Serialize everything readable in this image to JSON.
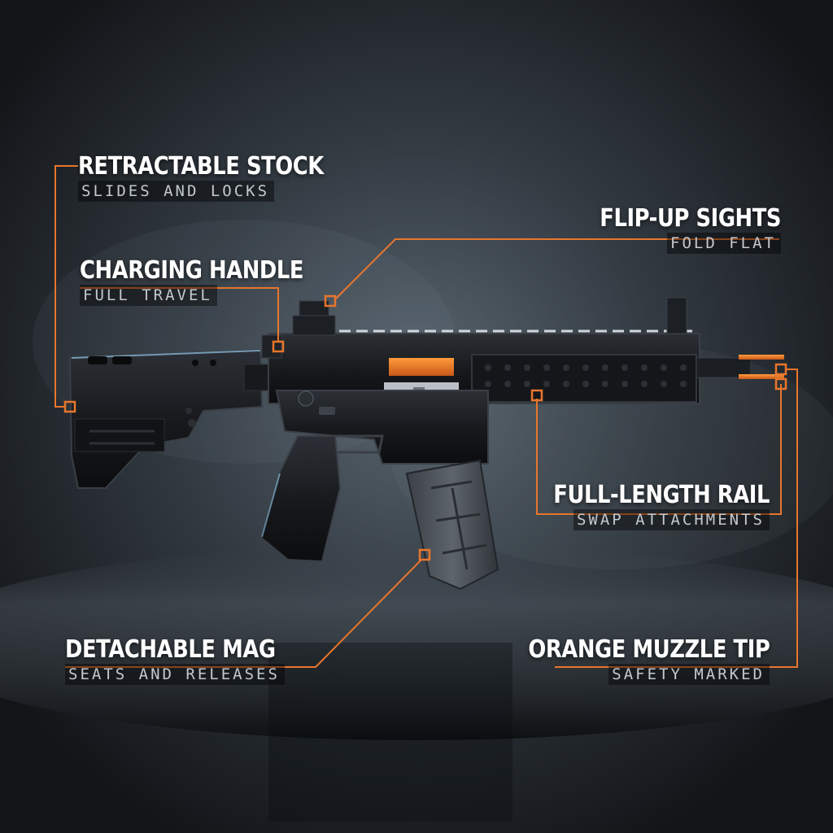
{
  "colors": {
    "accent": "#e8762c",
    "background": "#16191d",
    "title_text": "#ffffff",
    "sub_text": "#c3c8ce"
  },
  "callouts": [
    {
      "id": "stock",
      "title": "RETRACTABLE STOCK",
      "subtitle": "SLIDES AND LOCKS"
    },
    {
      "id": "sights",
      "title": "FLIP-UP SIGHTS",
      "subtitle": "FOLD FLAT"
    },
    {
      "id": "handle",
      "title": "CHARGING HANDLE",
      "subtitle": "FULL TRAVEL"
    },
    {
      "id": "rail",
      "title": "FULL-LENGTH RAIL",
      "subtitle": "SWAP ATTACHMENTS"
    },
    {
      "id": "mag",
      "title": "DETACHABLE MAG",
      "subtitle": "SEATS AND RELEASES"
    },
    {
      "id": "muzzle",
      "title": "ORANGE MUZZLE TIP",
      "subtitle": "SAFETY MARKED"
    }
  ]
}
